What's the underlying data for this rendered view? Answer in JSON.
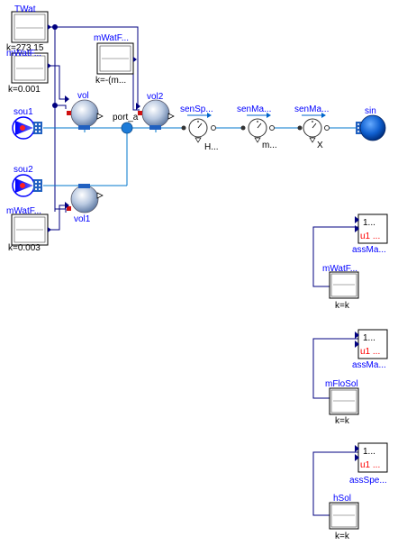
{
  "blocks": {
    "twat": {
      "name": "TWat",
      "param": "k=273.15"
    },
    "mwatf_top": {
      "name": "mWatF...",
      "param": "k=0.001"
    },
    "mwatf_mid": {
      "name": "mWatF...",
      "param": "k=-(m..."
    },
    "mwatf_bot": {
      "name": "mWatF...",
      "param": "k=0.003"
    },
    "mwatf_r": {
      "name": "mWatF...",
      "param": "k=k"
    },
    "mflosol": {
      "name": "mFloSol",
      "param": "k=k"
    },
    "hsol": {
      "name": "hSol",
      "param": "k=k"
    }
  },
  "components": {
    "vol": "vol",
    "vol1": "vol1",
    "vol2": "vol2",
    "sou1": "sou1",
    "sou2": "sou2",
    "sin": "sin",
    "port": "port_a",
    "sensp": {
      "name": "senSp...",
      "out": "H..."
    },
    "senma1": {
      "name": "senMa...",
      "out": "m..."
    },
    "senma2": {
      "name": "senMa...",
      "out": "X"
    }
  },
  "asserts": {
    "a1": {
      "name": "assMa...",
      "in1": "1...",
      "in2": "u1 ..."
    },
    "a2": {
      "name": "assMa...",
      "in1": "1...",
      "in2": "u1 ..."
    },
    "a3": {
      "name": "assSpe...",
      "in1": "1...",
      "in2": "u1 ..."
    }
  }
}
